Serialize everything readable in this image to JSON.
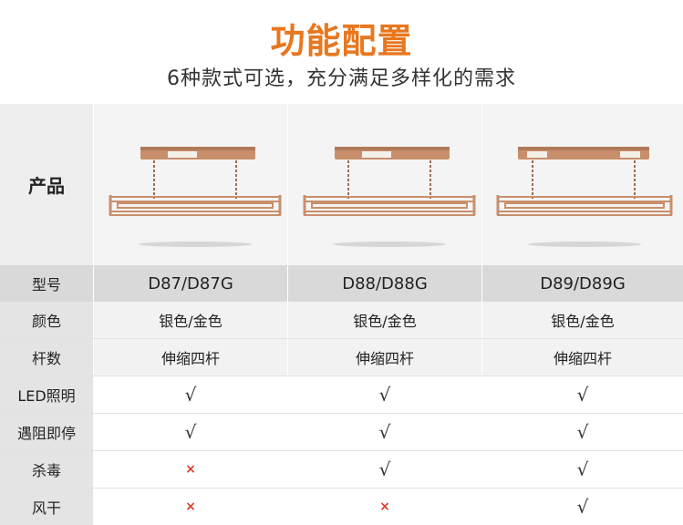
{
  "title": "功能配置",
  "subtitle": "6种款式可选，充分满足多样化的需求",
  "colors": {
    "accent": "#e8771f",
    "cross": "#e23a2a",
    "rack": "#c98f6c"
  },
  "product_label": "产品",
  "header": {
    "label": "型号",
    "models": [
      "D87/D87G",
      "D88/D88G",
      "D89/D89G"
    ]
  },
  "rows": [
    {
      "label": "颜色",
      "values": [
        "银色/金色",
        "银色/金色",
        "银色/金色"
      ]
    },
    {
      "label": "杆数",
      "values": [
        "伸缩四杆",
        "伸缩四杆",
        "伸缩四杆"
      ]
    },
    {
      "label": "LED照明",
      "values": [
        "√",
        "√",
        "√"
      ]
    },
    {
      "label": "遇阻即停",
      "values": [
        "√",
        "√",
        "√"
      ]
    },
    {
      "label": "杀毒",
      "values": [
        "×",
        "√",
        "√"
      ]
    },
    {
      "label": "风干",
      "values": [
        "×",
        "×",
        "√"
      ]
    }
  ]
}
